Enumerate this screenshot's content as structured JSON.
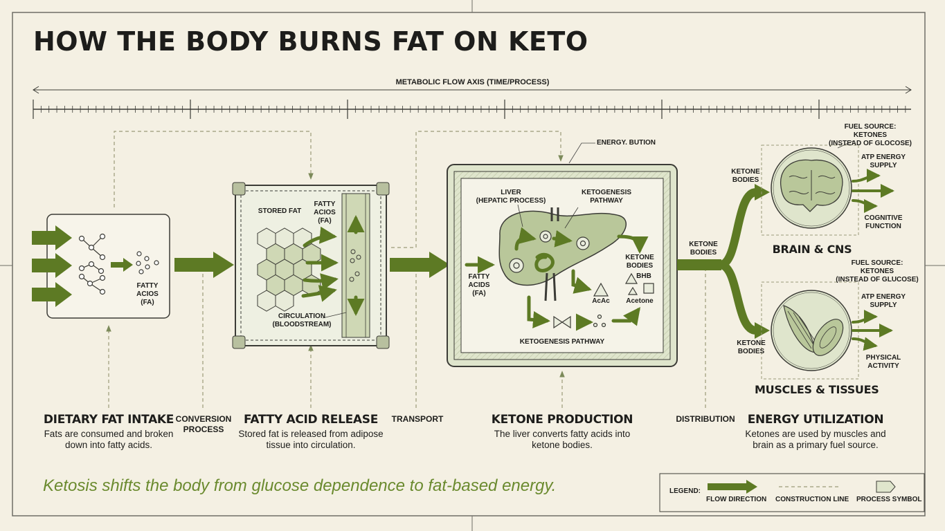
{
  "title": "HOW THE BODY BURNS FAT ON KETO",
  "axis_label": "METABOLIC FLOW AXIS (TIME/PROCESS)",
  "stage1": {
    "fa_label": "FATTY\nACIOS\n(FA)",
    "title": "DIETARY FAT INTAKE",
    "desc": "Fats are consumed and broken down into fatty acids."
  },
  "between1": "CONVERSION\nPROCESS",
  "stage2": {
    "stored_fat": "STORED FAT",
    "fa_label": "FATTY\nACIOS\n(FA)",
    "circulation": "CIRCULATION\n(BLOODSTREAM)",
    "title": "FATTY ACID RELEASE",
    "desc": "Stored fat is released from adipose tissue into circulation."
  },
  "between2": "TRANSPORT",
  "stage3": {
    "callout": "ENERGY. BUTION",
    "liver": "LIVER\n(HEPATIC PROCESS)",
    "pathway_top": "KETOGENESIS\nPATHWAY",
    "fa_in": "FATTY\nACIDS\n(FA)",
    "ketone_bodies": "KETONE\nBODIES",
    "bhb": "BHB",
    "acac": "AcAc",
    "acetone": "Acetone",
    "pathway_bottom": "KETOGENESIS PATHWAY",
    "title": "KETONE PRODUCTION",
    "desc": "The liver converts fatty acids into ketone bodies."
  },
  "between3": "DISTRIBUTION",
  "split_label": "KETONE\nBODIES",
  "brain": {
    "branch_label": "KETONE\nBODIES",
    "fuel": "FUEL SOURCE: KETONES\n(INSTEAD OF GLOCOSE)",
    "atp": "ATP ENERGY\nSUPPLY",
    "function": "COGNITIVE\nFUNCTION",
    "title": "BRAIN & CNS"
  },
  "muscle": {
    "branch_label": "KETONE\nBODIES",
    "fuel": "FUEL SOURCE: KETONES\n(INSTEAD OF GLUCOSE)",
    "atp": "ATP ENERGY\nSUPPLY",
    "function": "PHYSICAL\nACTIVITY",
    "title": "MUSCLES & TISSUES"
  },
  "stage4": {
    "title": "ENERGY UTILIZATION",
    "desc": "Ketones are used by muscles and brain as a primary fuel source."
  },
  "tagline": "Ketosis shifts the body from glucose dependence to fat-based energy.",
  "legend": {
    "label": "LEGEND:",
    "flow": "FLOW DIRECTION",
    "construction": "CONSTRUCTION LINE",
    "process": "PROCESS SYMBOL"
  },
  "colors": {
    "background": "#f4f0e3",
    "arrow_green": "#5d7a24",
    "panel_fill": "#dfe5cc",
    "organ_fill": "#b9c79a",
    "tagline": "#6a8a2e"
  }
}
